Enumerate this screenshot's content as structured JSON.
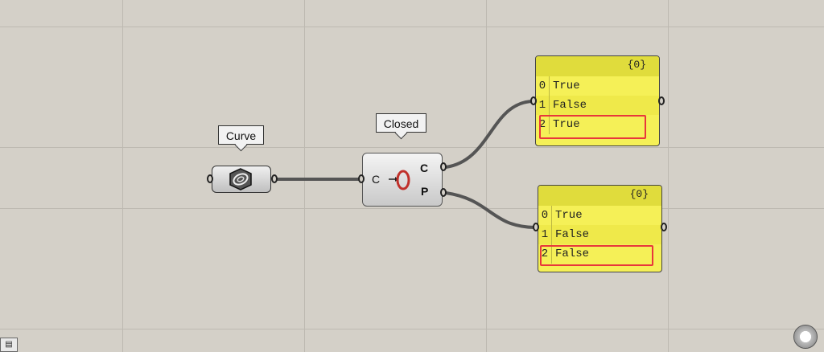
{
  "canvas": {
    "background": "#d4d0c8"
  },
  "curve_param": {
    "label": "Curve",
    "icon": "curve-param-icon"
  },
  "closed_component": {
    "label": "Closed",
    "input": "C",
    "outputs": [
      "C",
      "P"
    ],
    "icon": "closed-curve-icon",
    "icon_color": "#c0302a"
  },
  "panel_closed": {
    "header": "{0}",
    "rows": [
      {
        "index": "0",
        "value": "True"
      },
      {
        "index": "1",
        "value": "False"
      },
      {
        "index": "2",
        "value": "True"
      }
    ],
    "highlight_row": 2
  },
  "panel_periodic": {
    "header": "{0}",
    "rows": [
      {
        "index": "0",
        "value": "True"
      },
      {
        "index": "1",
        "value": "False"
      },
      {
        "index": "2",
        "value": "False"
      }
    ],
    "highlight_row": 2
  },
  "colors": {
    "panel": "#f5f057",
    "highlight": "#e8373b",
    "wire": "#555555"
  },
  "status": {
    "corner_button_icon": "canvas-menu-icon",
    "nav_icon": "canvas-navigation-icon"
  }
}
